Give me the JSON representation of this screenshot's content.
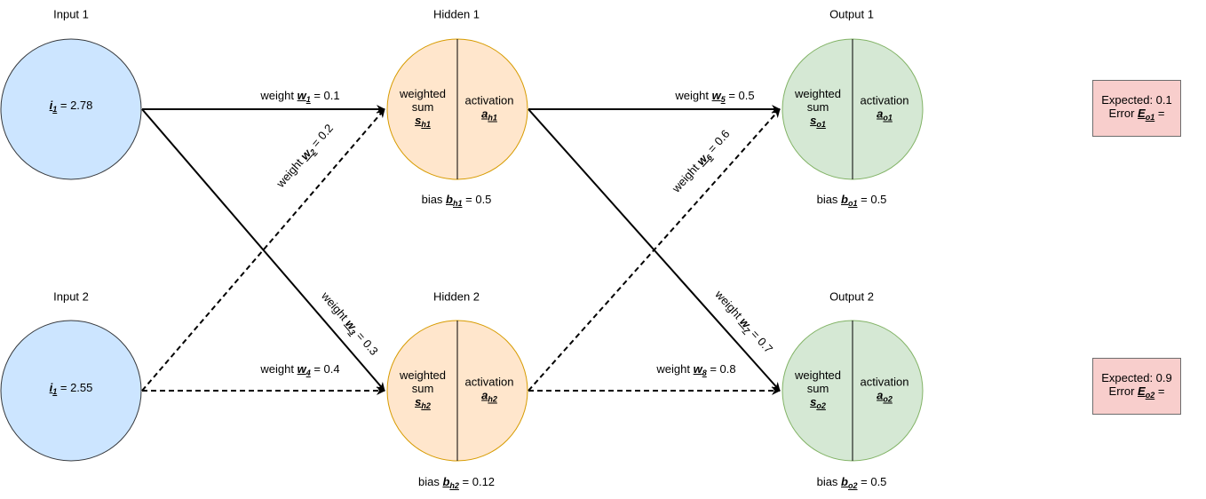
{
  "layers": {
    "input1_title": "Input 1",
    "input2_title": "Input 2",
    "hidden1_title": "Hidden 1",
    "hidden2_title": "Hidden 2",
    "output1_title": "Output 1",
    "output2_title": "Output 2"
  },
  "inputs": [
    {
      "symbol": "i",
      "sub": "1",
      "value": " = 2.78"
    },
    {
      "symbol": "i",
      "sub": "1",
      "value": " = 2.55"
    }
  ],
  "neuron_text": {
    "weighted": "weighted",
    "sum": "sum",
    "activation": "activation"
  },
  "neurons": {
    "h1": {
      "s_sym": "s",
      "s_sub": "h1",
      "a_sym": "a",
      "a_sub": "h1"
    },
    "h2": {
      "s_sym": "s",
      "s_sub": "h2",
      "a_sym": "a",
      "a_sub": "h2"
    },
    "o1": {
      "s_sym": "s",
      "s_sub": "o1",
      "a_sym": "a",
      "a_sub": "o1"
    },
    "o2": {
      "s_sym": "s",
      "s_sub": "o2",
      "a_sym": "a",
      "a_sub": "o2"
    }
  },
  "biases": {
    "prefix": "bias ",
    "h1": {
      "sym": "b",
      "sub": "h1",
      "value": " = 0.5"
    },
    "h2": {
      "sym": "b",
      "sub": "h2",
      "value": " = 0.12"
    },
    "o1": {
      "sym": "b",
      "sub": "o1",
      "value": " = 0.5"
    },
    "o2": {
      "sym": "b",
      "sub": "o2",
      "value": " = 0.5"
    }
  },
  "weights": {
    "prefix": "weight ",
    "w1": {
      "sym": "w",
      "sub": "1",
      "value": " = 0.1"
    },
    "w2": {
      "sym": "w",
      "sub": "2",
      "value": " = 0.2"
    },
    "w3": {
      "sym": "w",
      "sub": "3",
      "value": " = 0.3"
    },
    "w4": {
      "sym": "w",
      "sub": "4",
      "value": " = 0.4"
    },
    "w5": {
      "sym": "w",
      "sub": "5",
      "value": " = 0.5"
    },
    "w6": {
      "sym": "w",
      "sub": "6",
      "value": " = 0.6"
    },
    "w7": {
      "sym": "w",
      "sub": "7",
      "value": " = 0.7"
    },
    "w8": {
      "sym": "w",
      "sub": "8",
      "value": " = 0.8"
    }
  },
  "errors": [
    {
      "expected": "Expected: 0.1",
      "prefix": "Error ",
      "sym": "E",
      "sub": "o1",
      "suffix": " ="
    },
    {
      "expected": "Expected: 0.9",
      "prefix": "Error ",
      "sym": "E",
      "sub": "o2",
      "suffix": " ="
    }
  ],
  "colors": {
    "input_fill": "#cce5ff",
    "input_stroke": "#36393d",
    "hidden_fill": "#ffe6cc",
    "hidden_stroke": "#d79b00",
    "output_fill": "#d5e8d4",
    "output_stroke": "#82b366",
    "error_fill": "#f8cecc"
  }
}
